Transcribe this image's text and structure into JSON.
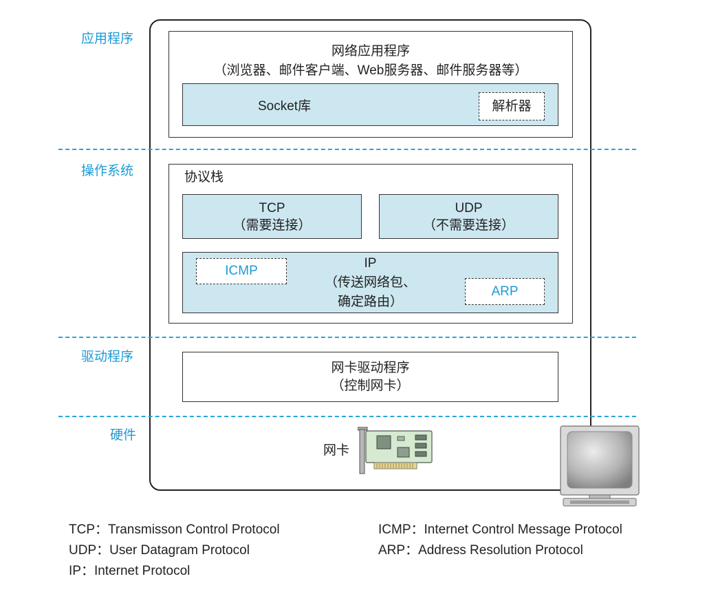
{
  "layers": {
    "application": "应用程序",
    "os": "操作系统",
    "driver": "驱动程序",
    "hardware": "硬件"
  },
  "app_box": {
    "title": "网络应用程序",
    "subtitle": "（浏览器、邮件客户端、Web服务器、邮件服务器等）",
    "socket_label": "Socket库",
    "resolver_label": "解析器"
  },
  "stack_box": {
    "title": "协议栈",
    "tcp": {
      "name": "TCP",
      "note": "（需要连接）"
    },
    "udp": {
      "name": "UDP",
      "note": "（不需要连接）"
    },
    "ip": {
      "name": "IP",
      "note_line1": "（传送网络包、",
      "note_line2": "确定路由）"
    },
    "icmp": "ICMP",
    "arp": "ARP"
  },
  "driver_box": {
    "title": "网卡驱动程序",
    "note": "（控制网卡）"
  },
  "hardware": {
    "nic_label": "网卡",
    "nic_icon": "network-card-icon",
    "computer_icon": "computer-monitor-icon"
  },
  "legend": [
    "TCP：Transmisson Control Protocol",
    "UDP：User Datagram Protocol",
    "IP：Internet Protocol",
    "ICMP：Internet Control Message Protocol",
    "ARP：Address Resolution Protocol"
  ],
  "colors": {
    "label_blue": "#1d9ad6",
    "box_fill": "#cce7f0",
    "dashed_line": "#2aa3d6"
  }
}
